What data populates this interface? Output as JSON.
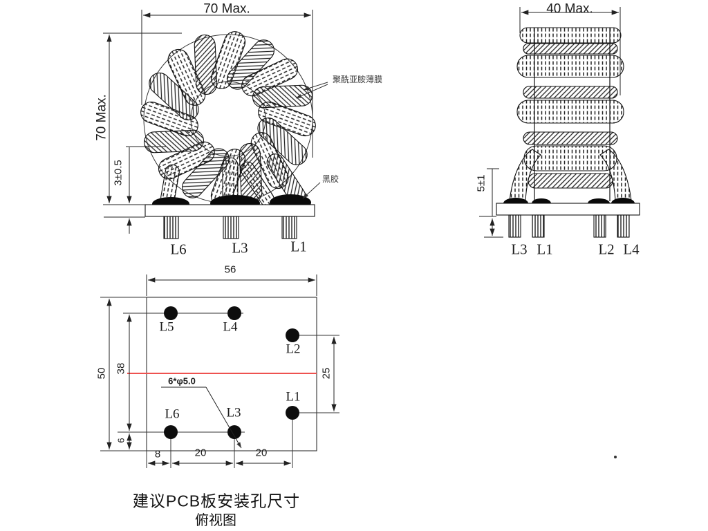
{
  "front_view": {
    "width_dim": "70  Max.",
    "height_dim": "70  Max.",
    "plate_dim": "3±0.5",
    "film_label": "聚酰亚胺薄膜",
    "glue_label": "黑胶",
    "pins": [
      "L6",
      "L3",
      "L1"
    ]
  },
  "side_view": {
    "width_dim": "40  Max.",
    "lead_dim": "5±1",
    "pins": [
      "L3",
      "L1",
      "L2",
      "L4"
    ]
  },
  "pcb_view": {
    "dims": {
      "width": "56",
      "height": "50",
      "row_offset": "38",
      "hole_spacing_v": "25",
      "bottom_margin": "6",
      "left_margin": "8",
      "pitch_a": "20",
      "pitch_b": "20"
    },
    "hole_note": "6*φ5.0",
    "holes": [
      "L5",
      "L4",
      "L2",
      "L1",
      "L6",
      "L3"
    ],
    "red_line_color": "#ee5250"
  },
  "caption": {
    "title": "建议PCB板安装孔尺寸",
    "subtitle": "俯视图"
  }
}
